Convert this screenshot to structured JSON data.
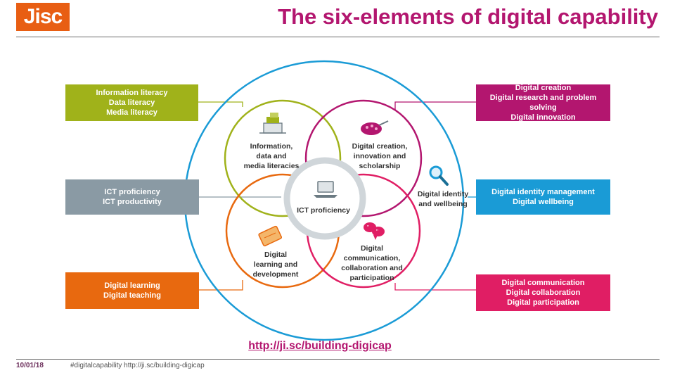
{
  "header": {
    "logo_text": "Jisc",
    "title": "The six-elements of digital capability"
  },
  "boxes": {
    "info": {
      "lines": [
        "Information literacy",
        "Data literacy",
        "Media literacy"
      ],
      "color": "#a0b21a"
    },
    "ict": {
      "lines": [
        "ICT proficiency",
        "ICT productivity"
      ],
      "color": "#8a9aa4"
    },
    "learning": {
      "lines": [
        "Digital learning",
        "Digital teaching"
      ],
      "color": "#e8690f"
    },
    "creation": {
      "lines": [
        "Digital creation",
        "Digital research and problem solving",
        "Digital innovation"
      ],
      "color": "#b3166f"
    },
    "identity": {
      "lines": [
        "Digital identity management",
        "Digital wellbeing"
      ],
      "color": "#1a9bd6"
    },
    "communication": {
      "lines": [
        "Digital communication",
        "Digital collaboration",
        "Digital participation"
      ],
      "color": "#e01e64"
    }
  },
  "labels": {
    "info": [
      "Information,",
      "data and",
      "media literacies"
    ],
    "creation": [
      "Digital creation,",
      "innovation and",
      "scholarship"
    ],
    "ict": [
      "ICT proficiency"
    ],
    "identity": [
      "Digital identity",
      "and wellbeing"
    ],
    "learning": [
      "Digital",
      "learning and",
      "development"
    ],
    "communication": [
      "Digital",
      "communication,",
      "collaboration and",
      "participation"
    ]
  },
  "link_text": "http://ji.sc/building-digicap",
  "footer": {
    "date": "10/01/18",
    "hashtag": "#digitalcapability http://ji.sc/building-digicap"
  },
  "colors": {
    "outer_ring": "#1a9bd6",
    "green_ring": "#a0b21a",
    "magenta_ring": "#b3166f",
    "orange_ring": "#e8690f",
    "pink_ring": "#e01e64",
    "center_ring": "#d0d6da",
    "title": "#b3166f"
  }
}
